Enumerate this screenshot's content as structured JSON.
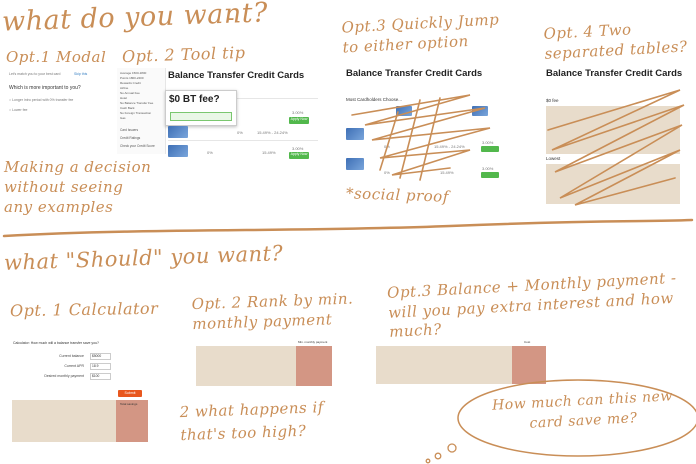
{
  "section1": {
    "title": "what do you want?",
    "opt1": {
      "label": "Opt.1 Modal",
      "shot_heading": "Let's match you to your best card",
      "shot_link": "Skip this",
      "question": "Which is more important to you?",
      "choice_a": "Longer intro period with 0% transfer fee",
      "choice_b": "Lower fee"
    },
    "opt2": {
      "label": "Opt. 2 Tool tip",
      "shot_title": "Balance Transfer Credit Cards",
      "tooltip": "$0 BT fee?",
      "menu_items": [
        "Average 1500-1800",
        "Points 1800-2400",
        "Rewards Credit",
        "Airline",
        "No Annual Fee",
        "Hotel",
        "No Balance Transfer Fee",
        "Cash Back",
        "No Foreign Transaction",
        "Gas"
      ],
      "menu_footer": [
        "Card Issuers",
        "Credit Ratings",
        "Check your Credit Score"
      ],
      "rates": [
        [
          "0%",
          "15.49% - 24.24%",
          "3.00%"
        ],
        [
          "0%",
          "15.49%",
          "3.00%"
        ]
      ]
    },
    "opt3": {
      "label": "Opt.3 Quickly Jump to either option",
      "shot_title": "Balance Transfer Credit Cards",
      "sub_heading": "Most Cardholders Choose...",
      "note": "*social proof",
      "rates": [
        [
          "0%",
          "15.49% - 24.24%",
          "3.00%"
        ],
        [
          "0%",
          "15.49%",
          "3.00%"
        ]
      ]
    },
    "opt4": {
      "label": "Opt. 4 Two separated tables?",
      "shot_title": "Balance Transfer Credit Cards",
      "sub_heading": "$0 fee",
      "sub_heading_2": "Lowest"
    },
    "side_note": [
      "Making a decision",
      "without seeing",
      "any examples"
    ]
  },
  "section2": {
    "title": "what \"Should\" you want?",
    "opt1": {
      "label": "Opt. 1 Calculator",
      "shot_heading": "Calculator: How much will a balance transfer save you?",
      "fields": [
        {
          "label": "Current balance",
          "value": "$5000"
        },
        {
          "label": "Current APR",
          "value": "18.9"
        },
        {
          "label": "Desired monthly payment",
          "value": "$100"
        }
      ],
      "submit": "Submit",
      "col_header": "Total savings"
    },
    "opt2": {
      "label": "Opt. 2 Rank by min. monthly payment",
      "col_header": "Min. monthly payment"
    },
    "opt3": {
      "label": "Opt.3 Balance + Monthly payment - will you pay extra interest and how much?",
      "col_header": "Cost"
    },
    "question": "2 what happens if that's too high?",
    "bubble": "How much can this new card save me?"
  },
  "colors": {
    "ink": "#c98e57",
    "placeholder": "#e8dccb",
    "highlight": "#d39684",
    "green": "#52b84c",
    "orange_button": "#e8571e"
  }
}
